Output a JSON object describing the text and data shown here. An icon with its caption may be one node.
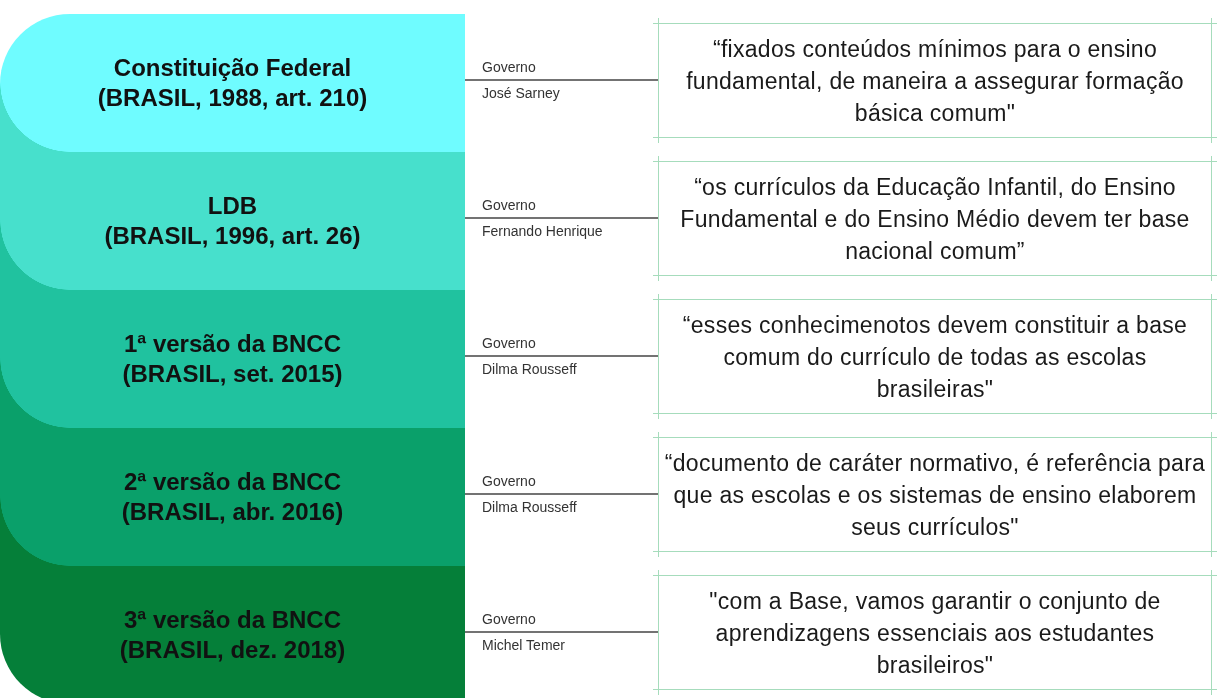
{
  "diagram": {
    "nodes": [
      {
        "text": [
          "Constituição Federal",
          "(BRASIL, 1988, art. 210)"
        ]
      },
      {
        "text": [
          "LDB",
          "(BRASIL, 1996, art. 26)"
        ]
      },
      {
        "text": [
          "1ª versão da BNCC",
          "(BRASIL, set. 2015)"
        ]
      },
      {
        "text": [
          "2ª versão da BNCC",
          "(BRASIL, abr. 2016)"
        ]
      },
      {
        "text": [
          "3ª versão da BNCC",
          "(BRASIL, dez. 2018)"
        ]
      },
      {
        "text": [
          "“fixados conteúdos mínimos para o ensino fundamental, de maneira a assegurar formação básica comum\""
        ]
      },
      {
        "text": [
          "“os currículos da Educação Infantil, do Ensino Fundamental e do Ensino Médio devem ter base nacional comum”"
        ]
      },
      {
        "text": [
          "“esses conhecimenotos devem constituir a base comum do currículo de todas as escolas brasileiras\""
        ]
      },
      {
        "text": [
          "“documento de caráter normativo, é referência para que as escolas e os sistemas de ensino elaborem seus currículos\""
        ]
      },
      {
        "text": [
          "\"com a Base, vamos garantir o conjunto de aprendizagens essenciais aos estudantes brasileiros\""
        ]
      }
    ],
    "edges": [
      {
        "from": 0,
        "to": 5,
        "arrow": "none",
        "label": "Governo"
      },
      {
        "from": 1,
        "to": 6,
        "arrow": "none",
        "label": "Governo"
      },
      {
        "from": 2,
        "to": 7,
        "arrow": "none",
        "label": "Governo"
      },
      {
        "from": 3,
        "to": 8,
        "arrow": "none",
        "label": "Governo"
      },
      {
        "from": 4,
        "to": 9,
        "arrow": "none",
        "label": "Governo"
      }
    ],
    "labels": [
      "José Sarney",
      "Fernando Henrique",
      "Dilma Rousseff",
      "Dilma Rousseff",
      "Michel Temer"
    ]
  }
}
